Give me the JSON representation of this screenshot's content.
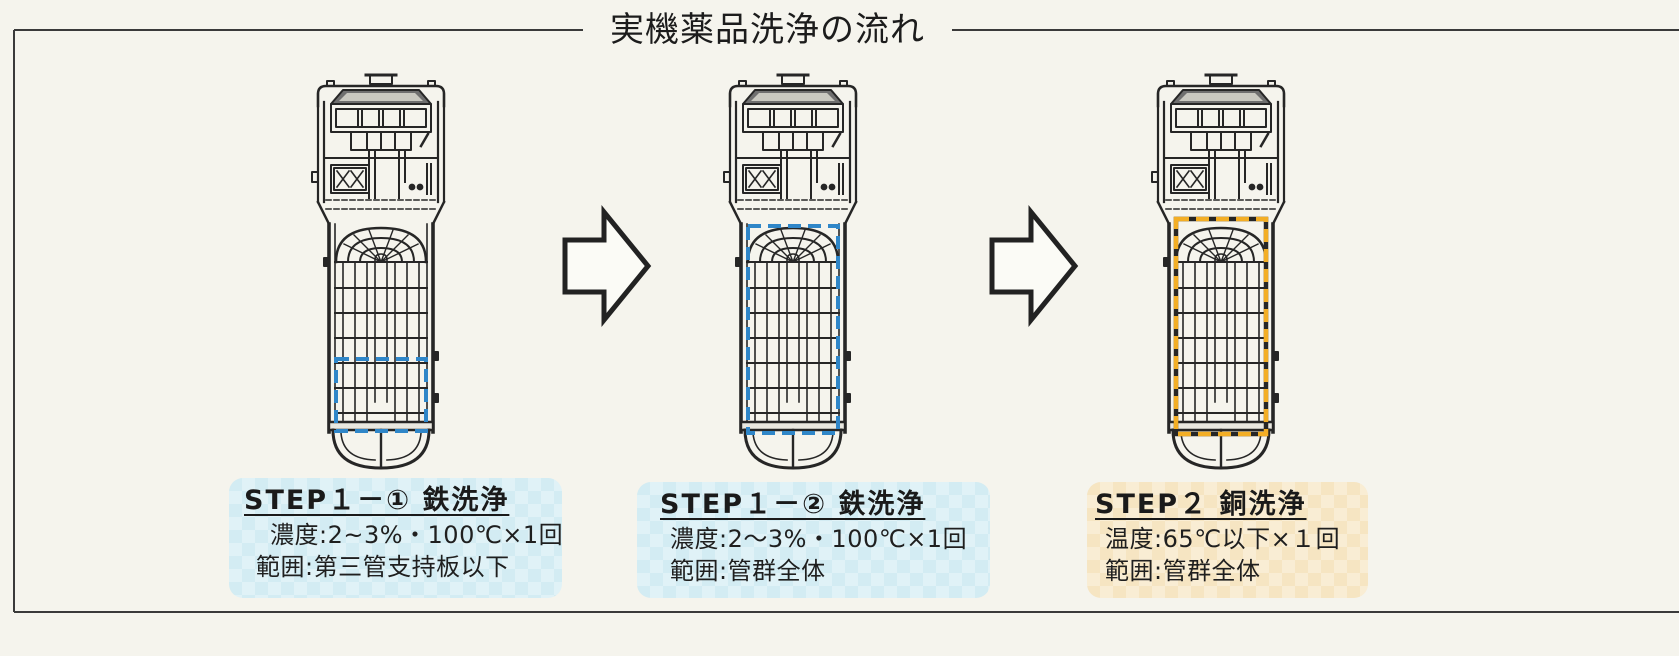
{
  "title": "実機薬品洗浄の流れ",
  "colors": {
    "paper": "#f5f4ed",
    "line": "#262626"
  },
  "figures": [
    {
      "icon": "steam-generator-icon",
      "highlight_color": "#2f86c8"
    },
    {
      "icon": "steam-generator-icon",
      "highlight_color": "#2f86c8"
    },
    {
      "icon": "steam-generator-icon",
      "highlight_color": "#f3ae25"
    }
  ],
  "arrows": [
    {
      "icon": "right-arrow-icon"
    },
    {
      "icon": "right-arrow-icon"
    }
  ],
  "steps": [
    {
      "title": "STEP１－① 鉄洗浄",
      "lines": [
        "濃度:2~3%・100℃×1回",
        "範囲:第三管支持板以下"
      ],
      "box_color": "#d3ecf3"
    },
    {
      "title": "STEP１－② 鉄洗浄",
      "lines": [
        "濃度:2～3%・100℃×1回",
        "範囲:管群全体"
      ],
      "box_color": "#d3ecf3"
    },
    {
      "title": "STEP２ 銅洗浄",
      "lines": [
        "温度:65℃以下×１回",
        "範囲:管群全体"
      ],
      "box_color": "#f6e5c2"
    }
  ]
}
